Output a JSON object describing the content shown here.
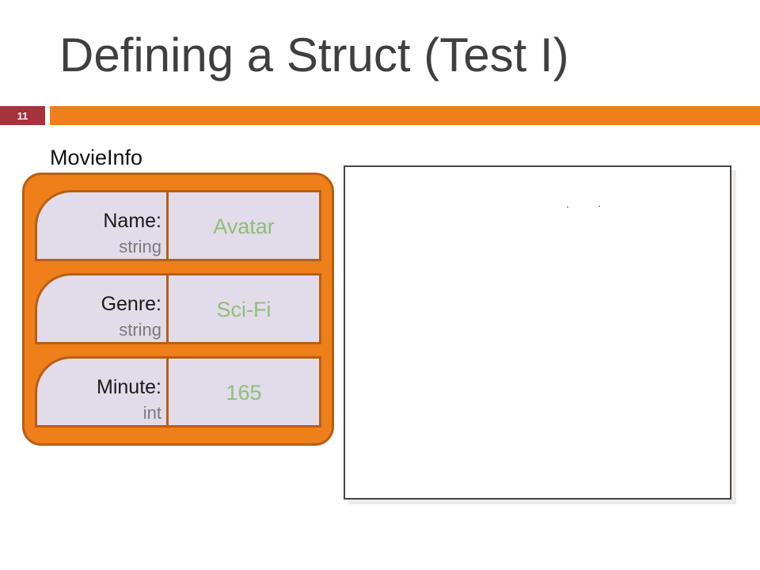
{
  "slide": {
    "title": "Defining a Struct (Test I)",
    "number": "11"
  },
  "struct": {
    "name": "MovieInfo",
    "fields": [
      {
        "key": "Name:",
        "type": "string",
        "value": "Avatar"
      },
      {
        "key": "Genre:",
        "type": "string",
        "value": "Sci-Fi"
      },
      {
        "key": "Minute:",
        "type": "int",
        "value": "165"
      }
    ]
  },
  "colors": {
    "accent": "#ef7f1b",
    "slide_number_bg": "#a6323b",
    "field_bg": "#e2dbe9",
    "value_text": "#8dc07b"
  }
}
